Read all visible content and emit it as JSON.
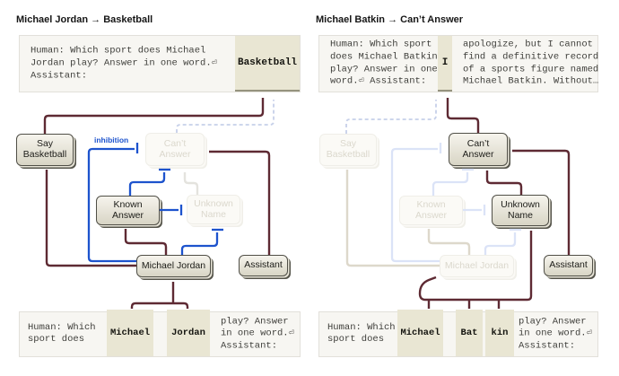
{
  "colors": {
    "maroon": "#5e2a33",
    "blue": "#1d53cd",
    "faded_blue": "#dbe3f7",
    "faded_maroon": "#ddd8cb",
    "faded_gray": "#e4e3de",
    "dashed_blue": "#c6d0e9",
    "highlight_bg": "#e9e6d3",
    "box_bg": "#f7f6f2"
  },
  "node_labels": {
    "say_basketball": "Say\nBasketball",
    "cant_answer": "Can’t\nAnswer",
    "known_answer": "Known\nAnswer",
    "unknown_name": "Unknown\nName",
    "michael_jordan": "Michael Jordan",
    "assistant": "Assistant"
  },
  "left": {
    "title": "Michael Jordan → Basketball",
    "prompt": {
      "lines": [
        "Human: Which sport does Michael",
        "Jordan play? Answer in one word.⏎",
        "Assistant:"
      ],
      "output_token": "Basketball"
    },
    "inhibition_label": "inhibition",
    "tokens": {
      "left_lines": [
        "Human: Which",
        "sport does"
      ],
      "highlighted": [
        "Michael",
        "Jordan"
      ],
      "right_lines": [
        "play? Answer",
        "in one word.⏎",
        "Assistant:"
      ]
    }
  },
  "right": {
    "title": "Michael Batkin → Can’t Answer",
    "prompt": {
      "left_lines": [
        "Human: Which sport",
        "does Michael Batkin",
        "play? Answer in one",
        "word.⏎ Assistant:"
      ],
      "output_token": "I",
      "right_lines": [
        "apologize, but I cannot",
        "find a definitive record",
        "of a sports figure named",
        "Michael Batkin. Without…"
      ]
    },
    "tokens": {
      "left_lines": [
        "Human: Which",
        "sport does"
      ],
      "highlighted": [
        "Michael",
        "Bat",
        "kin"
      ],
      "right_lines": [
        "play? Answer",
        "in one word.⏎",
        "Assistant:"
      ]
    }
  }
}
